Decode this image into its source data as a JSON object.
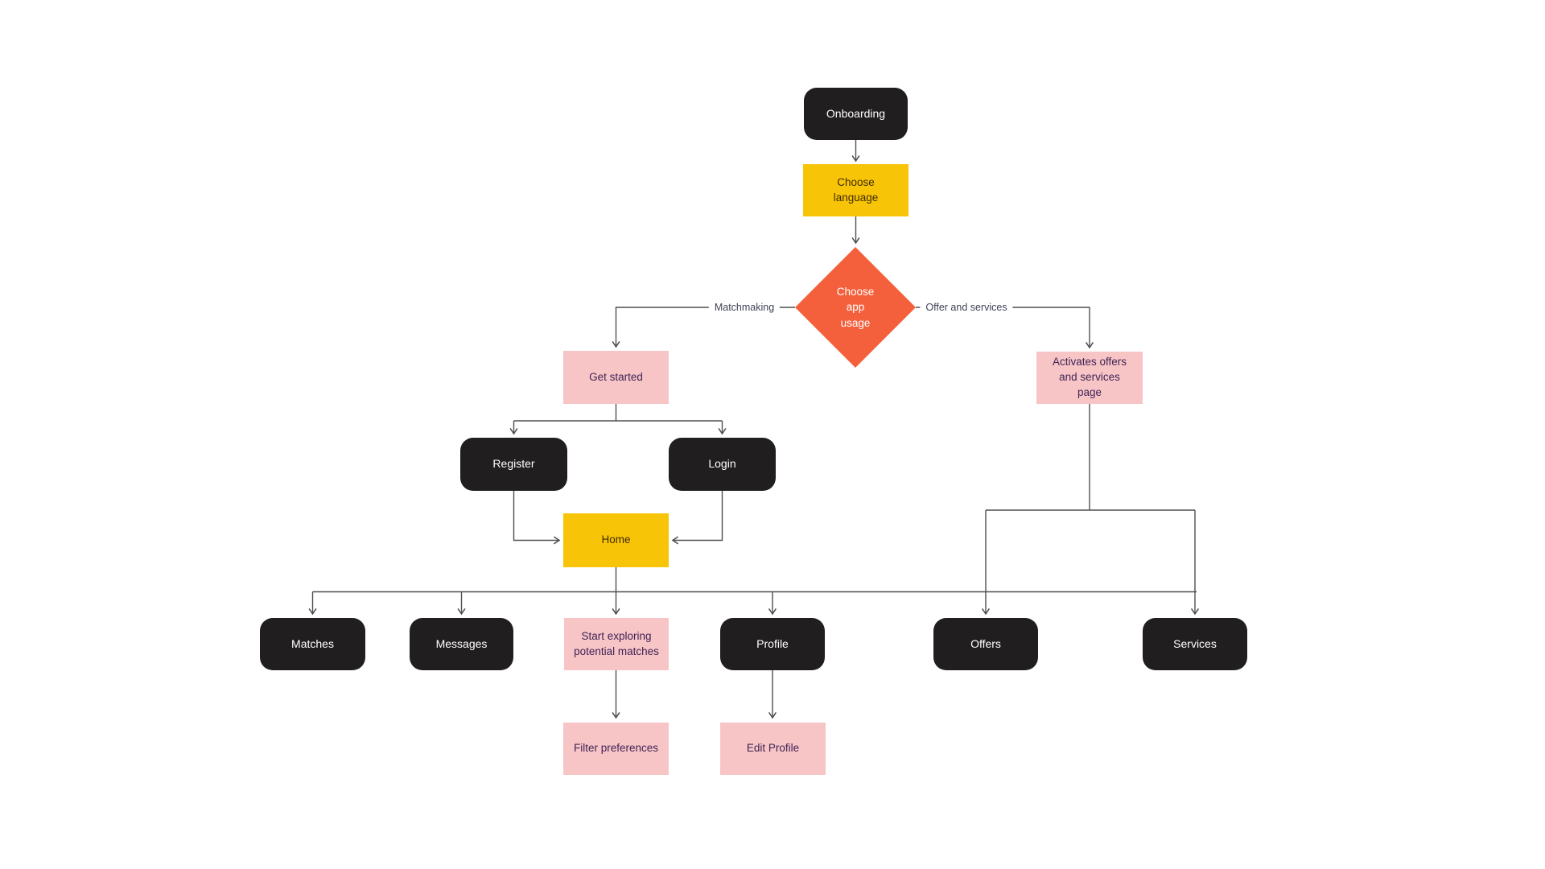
{
  "diagram": {
    "background_color": "#ffffff",
    "palette": {
      "black_node_fill": "#211e20",
      "yellow_node_fill": "#f8c408",
      "pink_node_fill": "#f8c5c6",
      "orange_diamond_fill": "#f4603c",
      "text_on_dark": "#ffffff",
      "text_on_yellow": "#3f2c01",
      "text_on_pink": "#3f2356",
      "connector_stroke": "#4f4f52",
      "edge_label_color": "#3e4356"
    },
    "nodes": [
      {
        "id": "onboarding",
        "label": "Onboarding",
        "shape": "rounded-rectangle",
        "fill": "black"
      },
      {
        "id": "choose-language",
        "label": "Choose language",
        "shape": "rectangle",
        "fill": "yellow"
      },
      {
        "id": "choose-app-usage",
        "label": "Choose app usage",
        "shape": "diamond",
        "fill": "orange"
      },
      {
        "id": "get-started",
        "label": "Get started",
        "shape": "rectangle",
        "fill": "pink"
      },
      {
        "id": "register",
        "label": "Register",
        "shape": "rounded-rectangle",
        "fill": "black"
      },
      {
        "id": "login",
        "label": "Login",
        "shape": "rounded-rectangle",
        "fill": "black"
      },
      {
        "id": "home",
        "label": "Home",
        "shape": "rectangle",
        "fill": "yellow"
      },
      {
        "id": "activates-offers-page",
        "label": "Activates offers and services page",
        "shape": "rectangle",
        "fill": "pink"
      },
      {
        "id": "matches",
        "label": "Matches",
        "shape": "rounded-rectangle",
        "fill": "black"
      },
      {
        "id": "messages",
        "label": "Messages",
        "shape": "rounded-rectangle",
        "fill": "black"
      },
      {
        "id": "start-exploring",
        "label": "Start exploring potential matches",
        "shape": "rectangle",
        "fill": "pink"
      },
      {
        "id": "profile",
        "label": "Profile",
        "shape": "rounded-rectangle",
        "fill": "black"
      },
      {
        "id": "offers",
        "label": "Offers",
        "shape": "rounded-rectangle",
        "fill": "black"
      },
      {
        "id": "services",
        "label": "Services",
        "shape": "rounded-rectangle",
        "fill": "black"
      },
      {
        "id": "filter-preferences",
        "label": "Filter preferences",
        "shape": "rectangle",
        "fill": "pink"
      },
      {
        "id": "edit-profile",
        "label": "Edit Profile",
        "shape": "rectangle",
        "fill": "pink"
      }
    ],
    "edge_labels": [
      {
        "id": "matchmaking",
        "label": "Matchmaking"
      },
      {
        "id": "offer-and-services",
        "label": "Offer and services"
      }
    ]
  }
}
